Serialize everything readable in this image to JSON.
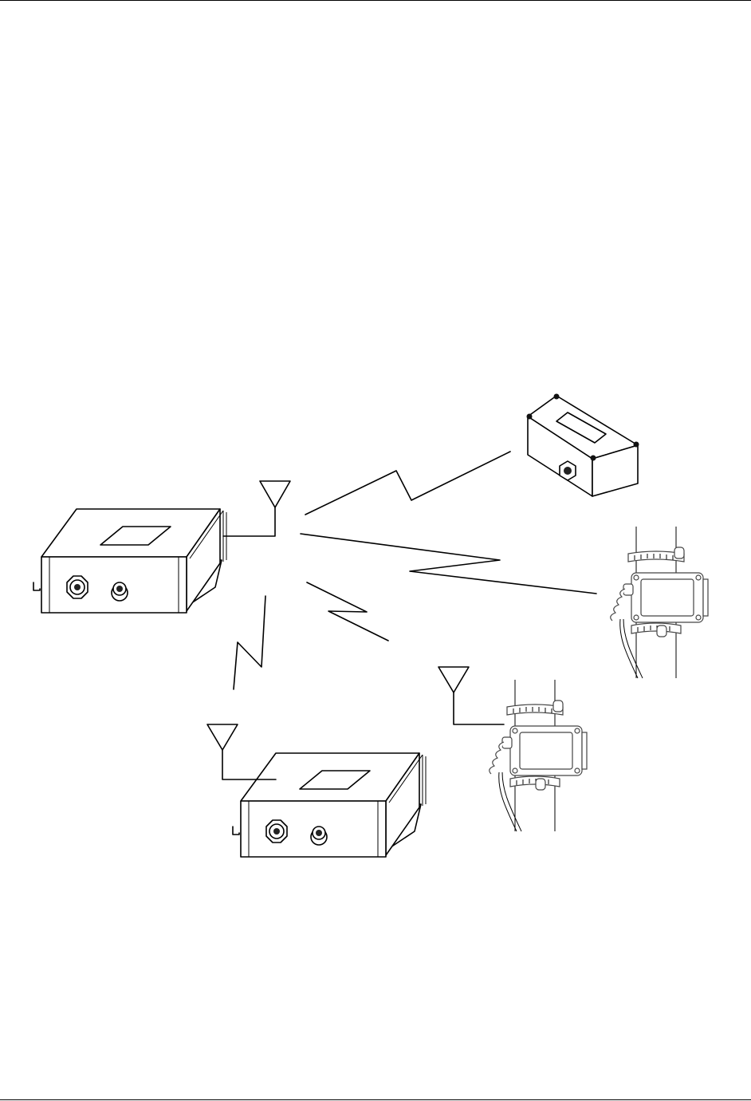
{
  "figure": {
    "devices": [
      {
        "id": "radio-gateway-main",
        "icon": "radio-module-icon",
        "has_antenna": true
      },
      {
        "id": "radio-gateway-secondary",
        "icon": "radio-module-icon",
        "has_antenna": true
      },
      {
        "id": "sensor-junction-box",
        "icon": "junction-box-icon",
        "has_antenna": false
      },
      {
        "id": "pipe-clamp-sensor-right",
        "icon": "pipe-sensor-icon",
        "has_antenna": false
      },
      {
        "id": "pipe-clamp-sensor-bottom",
        "icon": "pipe-sensor-icon",
        "has_antenna": true
      }
    ],
    "wireless_links": [
      {
        "from": "radio-gateway-main",
        "to": "sensor-junction-box"
      },
      {
        "from": "radio-gateway-main",
        "to": "pipe-clamp-sensor-right"
      },
      {
        "from": "radio-gateway-main",
        "to": "pipe-clamp-sensor-bottom"
      },
      {
        "from": "radio-gateway-main",
        "to": "radio-gateway-secondary"
      }
    ]
  }
}
